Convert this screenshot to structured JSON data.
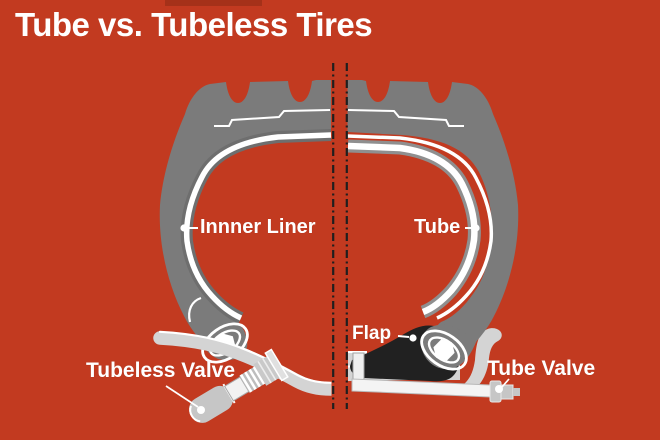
{
  "title": "Tube vs. Tubeless Tires",
  "labels": {
    "inner_liner": "Innner Liner",
    "tube": "Tube",
    "flap": "Flap",
    "tubeless_valve": "Tubeless Valve",
    "tube_valve": "Tube Valve"
  },
  "colors": {
    "background": "#C23A20",
    "header_artifact": "#A53119",
    "tire_gray": "#7B7B7B",
    "liner_shadow_gray": "#6E6E6E",
    "tube_shadow_gray": "#8F8F8F",
    "rim_light_gray": "#D4D4D4",
    "valve_metal_gray": "#C6C6C6",
    "valve_white": "#F4F4F4",
    "flap_black": "#212121",
    "centerline_dark": "#1F1F1F",
    "label_white": "#FFFFFF"
  }
}
